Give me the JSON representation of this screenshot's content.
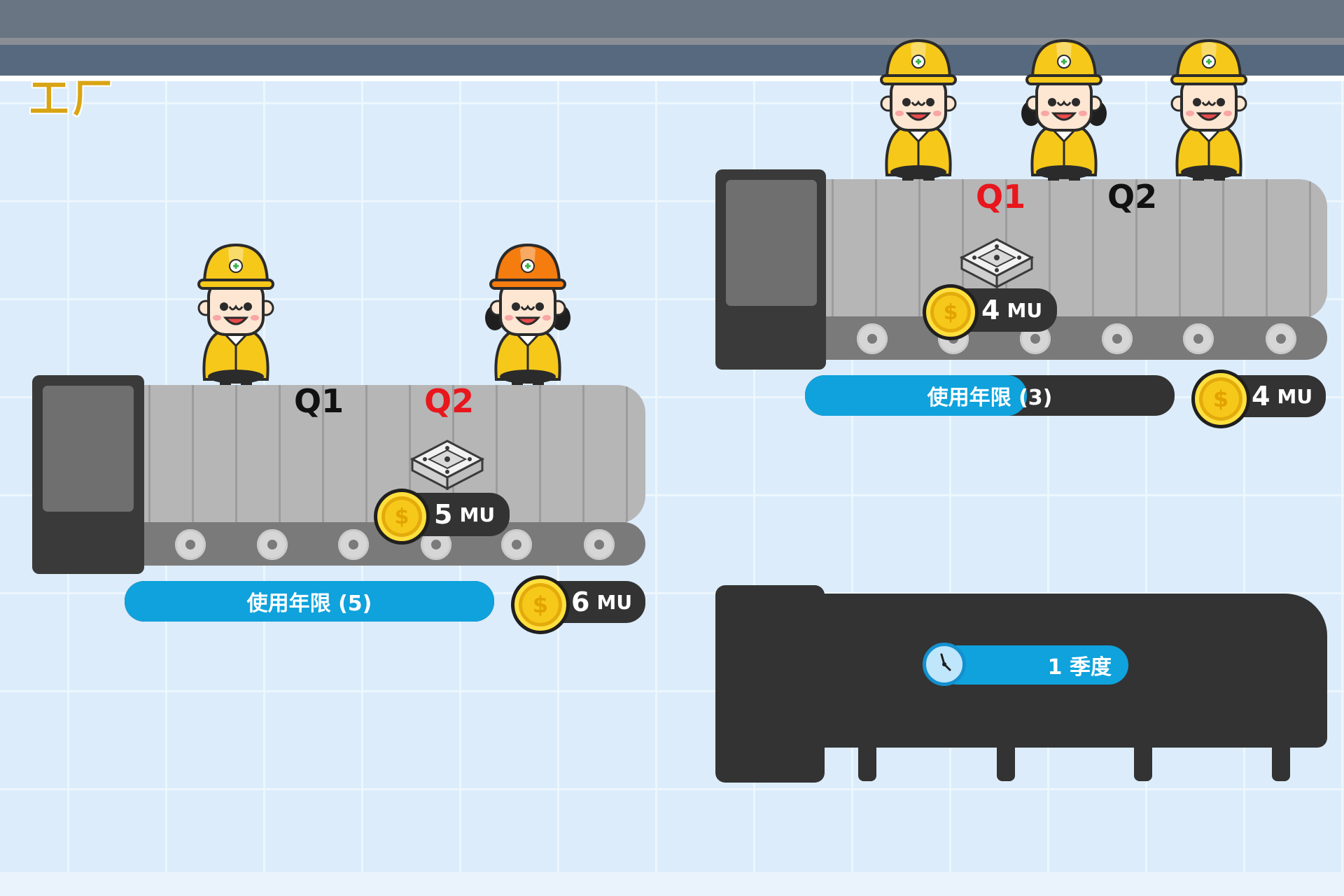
{
  "header": {
    "title": "工厂"
  },
  "colors": {
    "accent_blue": "#0fa2dc",
    "dark": "#333333",
    "belt_gray": "#b6b6b6",
    "coin_gold": "#f6c81a",
    "q_red": "#e8161d",
    "q_black": "#111111",
    "hat_yellow": "#f6c81a",
    "hat_orange": "#f57c0f"
  },
  "lines": [
    {
      "q_labels": [
        {
          "text": "Q1",
          "color": "black"
        },
        {
          "text": "Q2",
          "color": "red"
        }
      ],
      "product_cost": {
        "value": "5",
        "unit": "MU"
      },
      "lifespan": {
        "label": "使用年限",
        "value": "(5)",
        "text": "使用年限 (5)",
        "progress": 1.0
      },
      "running_cost": {
        "value": "6",
        "unit": "MU"
      },
      "workers": [
        {
          "style": "yellow-male"
        },
        {
          "style": "orange-female"
        }
      ]
    },
    {
      "q_labels": [
        {
          "text": "Q1",
          "color": "red"
        },
        {
          "text": "Q2",
          "color": "black"
        }
      ],
      "product_cost": {
        "value": "4",
        "unit": "MU"
      },
      "lifespan": {
        "label": "使用年限",
        "value": "(3)",
        "text": "使用年限 (3)",
        "progress": 0.6
      },
      "running_cost": {
        "value": "4",
        "unit": "MU"
      },
      "workers": [
        {
          "style": "yellow-male"
        },
        {
          "style": "yellow-female"
        },
        {
          "style": "yellow-male"
        }
      ]
    }
  ],
  "idle_line": {
    "timer_label": "1 季度"
  },
  "icons": {
    "coin": "coin-icon",
    "product": "machine-part-icon",
    "clock": "clock-icon"
  }
}
